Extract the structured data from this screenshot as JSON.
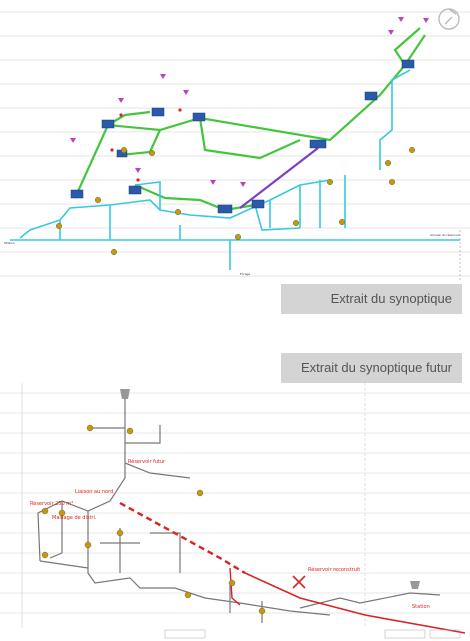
{
  "buttons": {
    "current": "Extrait du synoptique",
    "future": "Extrait du synoptique futur"
  },
  "colors": {
    "green": "#44c63c",
    "cyan": "#38c8e0",
    "purple": "#7b3fc8",
    "magenta": "#c040c0",
    "blue": "#2a5aa8",
    "red": "#d82424",
    "gray": "#777777",
    "button_bg": "#d4d4d4",
    "button_text": "#555555"
  },
  "icons": {
    "logo": "circular-arrow-logo",
    "node": "reservoir-box-icon",
    "pump": "pump-station-icon",
    "antenna": "antenna-icon",
    "cross": "cross-mark-icon"
  },
  "top_diagram": {
    "labels": {
      "tag_left": "Station",
      "tag_right": "Arrivée du réservoir",
      "tag_bottom": "Forage"
    }
  },
  "bottom_diagram": {
    "annotations": {
      "red_1": "Réservoir futur",
      "red_2": "Réservoir 250 m³",
      "red_3": "Liaison au nord",
      "red_4": "Maillage de distri.",
      "red_5": "Réservoir reconstruit",
      "red_6": "Station"
    }
  }
}
